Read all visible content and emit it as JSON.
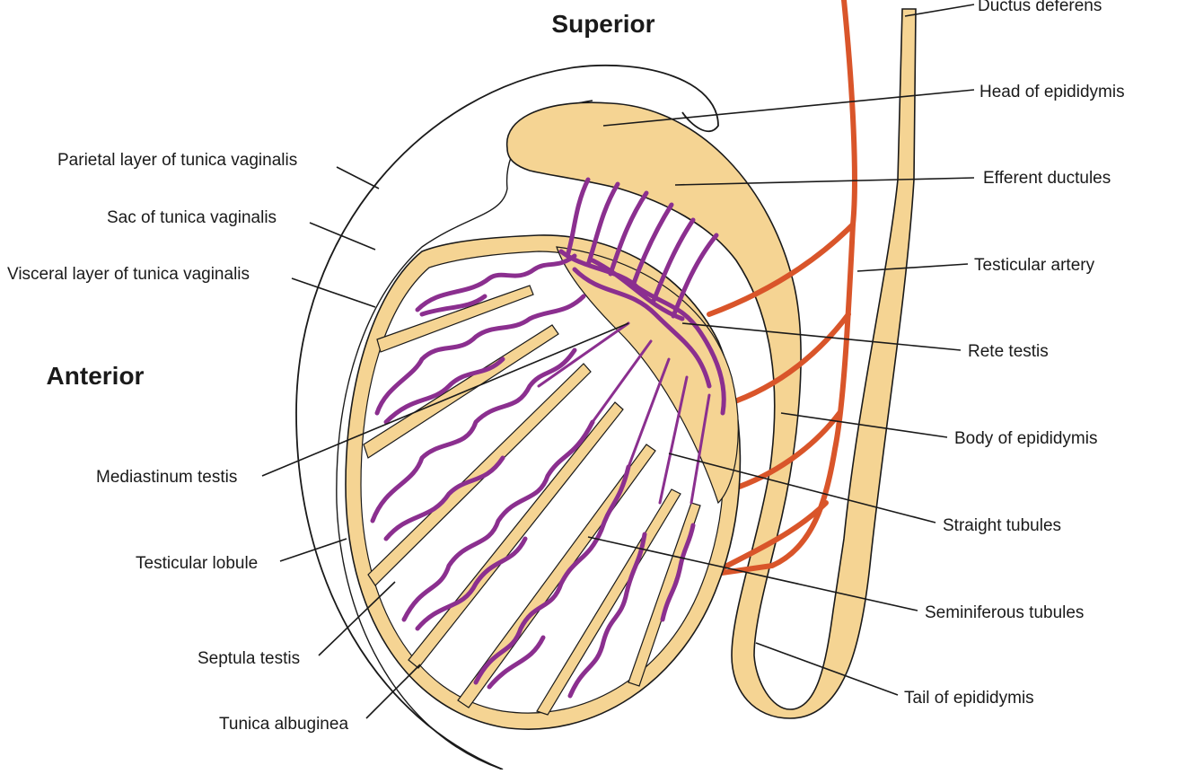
{
  "orientation": {
    "superior": "Superior",
    "anterior": "Anterior"
  },
  "labels": {
    "ductus_deferens": "Ductus deferens",
    "head_of_epididymis": "Head of epididymis",
    "efferent_ductules": "Efferent ductules",
    "testicular_artery": "Testicular artery",
    "rete_testis": "Rete testis",
    "body_of_epididymis": "Body of epididymis",
    "straight_tubules": "Straight tubules",
    "seminiferous_tubules": "Seminiferous tubules",
    "tail_of_epididymis": "Tail of epididymis",
    "parietal_layer": "Parietal layer of tunica vaginalis",
    "sac_of_tunica": "Sac of tunica vaginalis",
    "visceral_layer": "Visceral layer of tunica vaginalis",
    "mediastinum_testis": "Mediastinum testis",
    "testicular_lobule": "Testicular lobule",
    "septula_testis": "Septula testis",
    "tunica_albuginea": "Tunica albuginea"
  },
  "colors": {
    "epididymis": "#f5d493",
    "artery": "#d9552a",
    "tubules": "#8b2f8f",
    "outline": "#1a1a1a"
  }
}
